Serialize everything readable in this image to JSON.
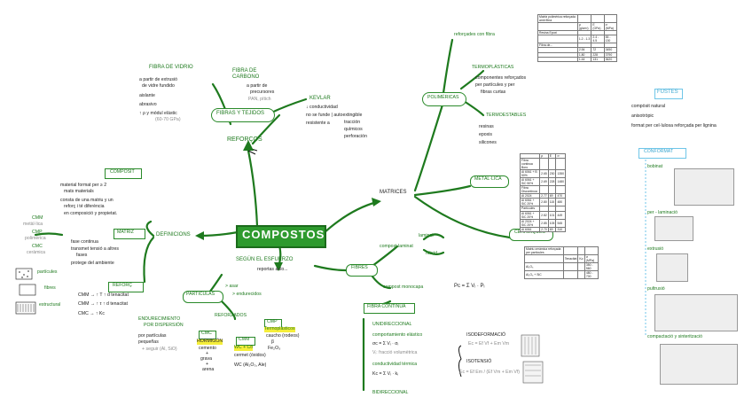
{
  "central": "COMPOSTOS",
  "left": {
    "reforcos": "REFORÇOS",
    "fibras_tejidos": "FIBRAS Y TEJIDOS",
    "fibra_vidrio": "FIBRA DE VIDRIO",
    "fibra_vidrio_items": [
      "a partir de extrusió",
      "de vidre fundido",
      "aislante",
      "abrasivo",
      "↑ ρ  y módul elàstic",
      "(60-70 GPa)"
    ],
    "fibra_carbono": "FIBRA DE CARBONO",
    "fibra_carbono_items": [
      "a partir de",
      "precursores",
      "PAN, pítich"
    ],
    "kevlar": "KEVLAR",
    "kevlar_items": [
      "↓ conductividad",
      "no se funde | autoextingible",
      "resistente a"
    ],
    "kevlar_sub": [
      "tracción",
      "químicos",
      "perforación"
    ],
    "definicions": "DEFINICIONS",
    "composit": "COMPOSIT",
    "composit_items": [
      "material format per ≥ 2",
      "mats materials",
      "consta de una matriu y un",
      "reforç i té diferència",
      "en composició y propietat."
    ],
    "matriz_labels": [
      "CMM",
      "metàl·lica",
      "CMP",
      "polimèrica",
      "CMC",
      "ceràmica"
    ],
    "matriz": "MATRIZ",
    "matriz_items": [
      "fase continua",
      "transmet tensió a altres",
      "fases",
      "protege del ambiente"
    ],
    "reforc": "REFORÇ",
    "reforc_labels": [
      "partícules",
      "fibres",
      "estructural"
    ],
    "reforc_items": [
      "CMM → ↑ T ↑ d tenacitat",
      "CMM → ↑ τ ↑ d tenacitat",
      "CMC → ↑ Kc"
    ]
  },
  "bottom": {
    "segun": "SEGÚN EL ESFUERZO",
    "reportas": "reportas aulo...",
    "particulas": "PARTÍCULAS",
    "particulas_items": [
      "> asar",
      "> endurecidos"
    ],
    "reforzados": "REFORZADOS",
    "endurecimiento": "ENDURECIMIENTO",
    "por_dispersion": "POR DISPERSIÓN",
    "dispersion_desc": [
      "por partículas",
      "pequeñas",
      "+ seguir (Al, SiO)"
    ],
    "cmp": "CMP",
    "termoplasticos": "Termoplásticos",
    "cmp_items": [
      "caucho (rodeos)",
      "β",
      "Fe₂O₃"
    ],
    "cmm": "CMM",
    "cmm_items": [
      "WC + Co",
      "cermet (óxidos)",
      "WC (Al₂O₃, Ale)"
    ],
    "cmc": "CMC",
    "hormigon": "HORMIGÓN",
    "hormigon_items": [
      "cemento",
      "+",
      "grava",
      "+",
      "arena"
    ]
  },
  "fibres": {
    "title": "FIBRES",
    "compost_laminat": "compost laminat",
    "laminat": "laminat",
    "hibrid": "híbrid",
    "compost_monocapa": "compost monocapa",
    "formula": "Pc = Σ Vᵢ · Pᵢ",
    "fibra_continua": "FIBRA CONTINUA",
    "unidireccional": "UNIDIRECCIONAL",
    "comportamiento": "comportamiento elástico",
    "sigma": "σc = Σ Vᵢ · σᵢ",
    "vi_fraccio": "Vᵢ: fracció volumètrica",
    "isodeformacio": "ISODEFORMACIÓ",
    "iso_eq": "Ec = Ef Vf + Em Vm",
    "conductividad": "conductividad térmica",
    "kc": "Kc = Σ Vᵢ · kᵢ",
    "isotensio": "ISOTENSIÓ",
    "isotensio_eq": "Ec = Ef Em / (Ef Vm + Em Vf)",
    "bidireccional": "BIDIRECCIONAL"
  },
  "matrices": {
    "title": "MATRICES",
    "polimericas": "POLIMÉRICAS",
    "reforcadas": "reforçades con fibra",
    "termoplasticas": "TERMOPLÁSTICAS",
    "termoplasticas_items": [
      "componentes reforçados",
      "per partícules y per",
      "fibras curtas"
    ],
    "termoestables": "TERMOESTABLES",
    "termoestables_items": [
      "resinas",
      "epoxis",
      "silicones"
    ],
    "metalica": "METÁL·LICA",
    "ceramicas": "CERÀMIQUES"
  },
  "tables": {
    "t1": [
      [
        "Matriz polimérica reforçada amb fibra",
        "",
        "",
        ""
      ],
      [
        "",
        "ρ (g/cm³)",
        "E (GPa)",
        "σ (MPa)"
      ],
      [
        "Resina Epoxi",
        "",
        "",
        ""
      ],
      [
        "",
        "1.2 - 1.3",
        "2.4 - 4.5",
        "55 - 130"
      ],
      [
        "Fibra de...",
        "",
        "",
        ""
      ],
      [
        "",
        "2.54",
        "72",
        "3450"
      ],
      [
        "",
        "1.80",
        "228",
        "3790"
      ],
      [
        "",
        "1.44",
        "131",
        "3620"
      ]
    ],
    "t2": [
      [
        "",
        "ρ",
        "E",
        "σ"
      ],
      [
        "Fibra continua Boro",
        "",
        "",
        ""
      ],
      [
        "Al 6061 + B 50%",
        "2.65",
        "230",
        "1350"
      ],
      [
        "Al 6061 + SiC 50%",
        "2.69",
        "228",
        "1480"
      ],
      [
        "Fibra Discontinua",
        "",
        "",
        ""
      ],
      [
        "Al 2024",
        "2.77",
        "69",
        "470"
      ],
      [
        "Al 6061 + SiC 20%",
        "2.80",
        "115",
        "480"
      ],
      [
        "Partícules",
        "",
        "",
        ""
      ],
      [
        "Al 6061 + SiC 20%",
        "2.82",
        "101",
        "449"
      ],
      [
        "Al 2024 + SiC 20%",
        "2.85",
        "105",
        "545"
      ],
      [
        "Al 6061",
        "2.70",
        "69",
        "310"
      ]
    ],
    "t3": [
      [
        "Matriu ceràmica reforçada per partícules",
        "",
        "",
        ""
      ],
      [
        "",
        "Tenacitat",
        "Kᵢc",
        "σ (MPa)"
      ],
      [
        "Al₂O₃",
        "",
        "",
        "350 - 560"
      ],
      [
        "Al₂O₃ + SiC",
        "",
        "",
        "480 - 700"
      ]
    ]
  },
  "right": {
    "fustes": "FUSTES",
    "fustes_items": [
      "compòsit natural",
      "anisotròpic",
      "format per cel·lulosa reforçada per lignina"
    ],
    "conformat": "CONFORMAT",
    "conformat_items": [
      "bobinat",
      "per - laminació",
      "extrusió",
      "pultrusió",
      "compactació y sinterització"
    ]
  },
  "colors": {
    "accent": "#1e7a1e",
    "central_fill": "#2e9a2e",
    "highlight": "#f5ee3a",
    "fustes_box": "#6fc6e8"
  }
}
